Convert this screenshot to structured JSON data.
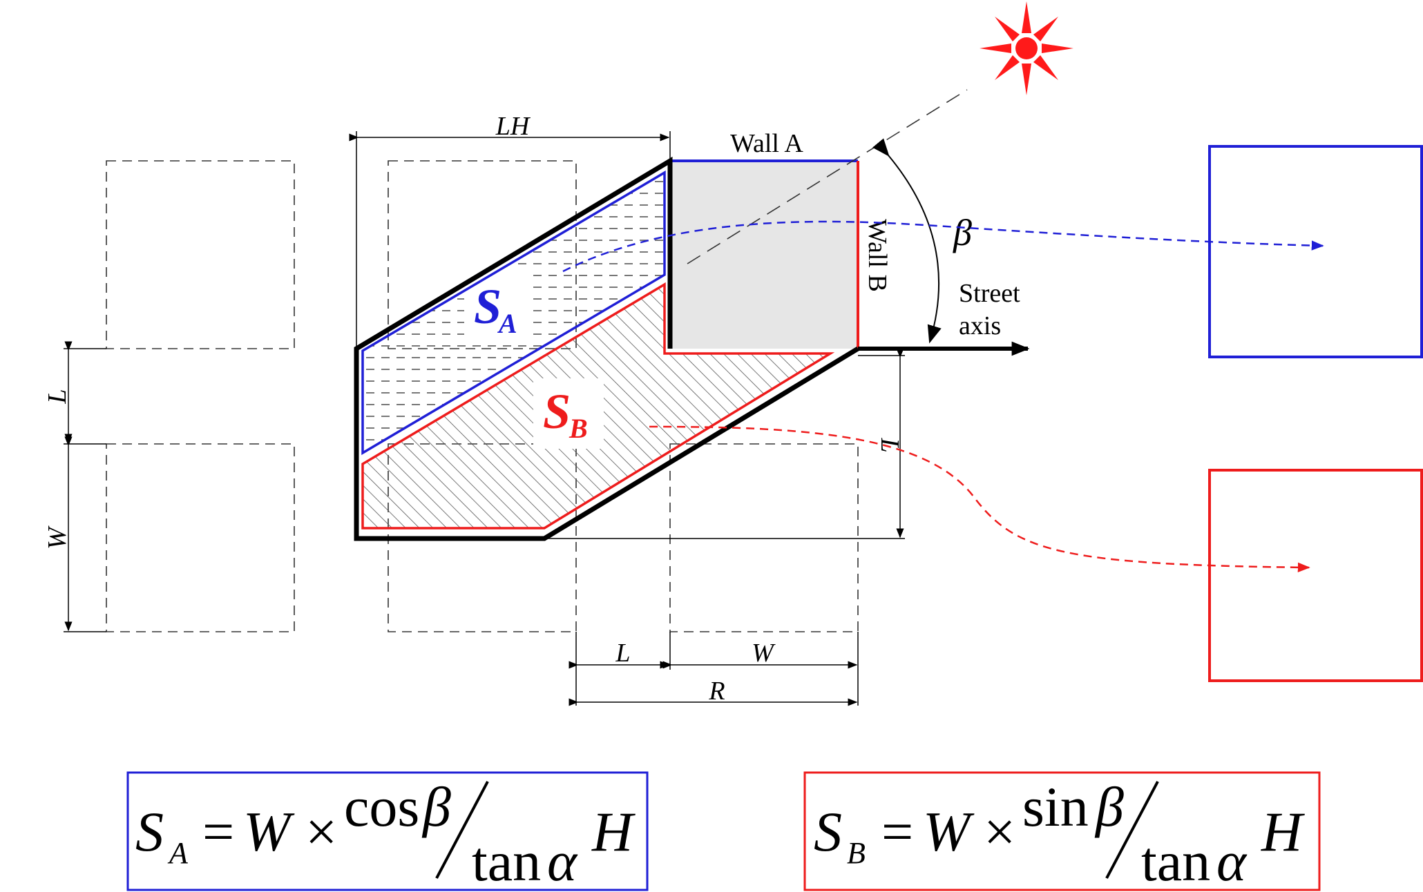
{
  "labels": {
    "wall_a": "Wall A",
    "wall_b": "Wall B",
    "street_line1": "Street",
    "street_line2": "axis",
    "beta": "β"
  },
  "dimensions": {
    "lh": "LH",
    "l_left": "L",
    "w_left": "W",
    "l_right": "L",
    "l_bottom": "L",
    "w_bottom": "W",
    "r_bottom": "R"
  },
  "areas": {
    "sa_main": "S",
    "sa_sub": "A",
    "sb_main": "S",
    "sb_sub": "B"
  },
  "formula_a": {
    "s": "S",
    "sub": "A",
    "eq": "=",
    "w": "W",
    "times": "×",
    "trig": "cos",
    "angle": "β",
    "tan": "tan",
    "alpha": "α",
    "h": "H"
  },
  "formula_b": {
    "s": "S",
    "sub": "B",
    "eq": "=",
    "w": "W",
    "times": "×",
    "trig": "sin",
    "angle": "β",
    "tan": "tan",
    "alpha": "α",
    "h": "H"
  },
  "colors": {
    "blue": "#1f1fd6",
    "red": "#ee1c1c",
    "wall_fill": "#e6e6e6",
    "sun": "#ff1a1a"
  }
}
